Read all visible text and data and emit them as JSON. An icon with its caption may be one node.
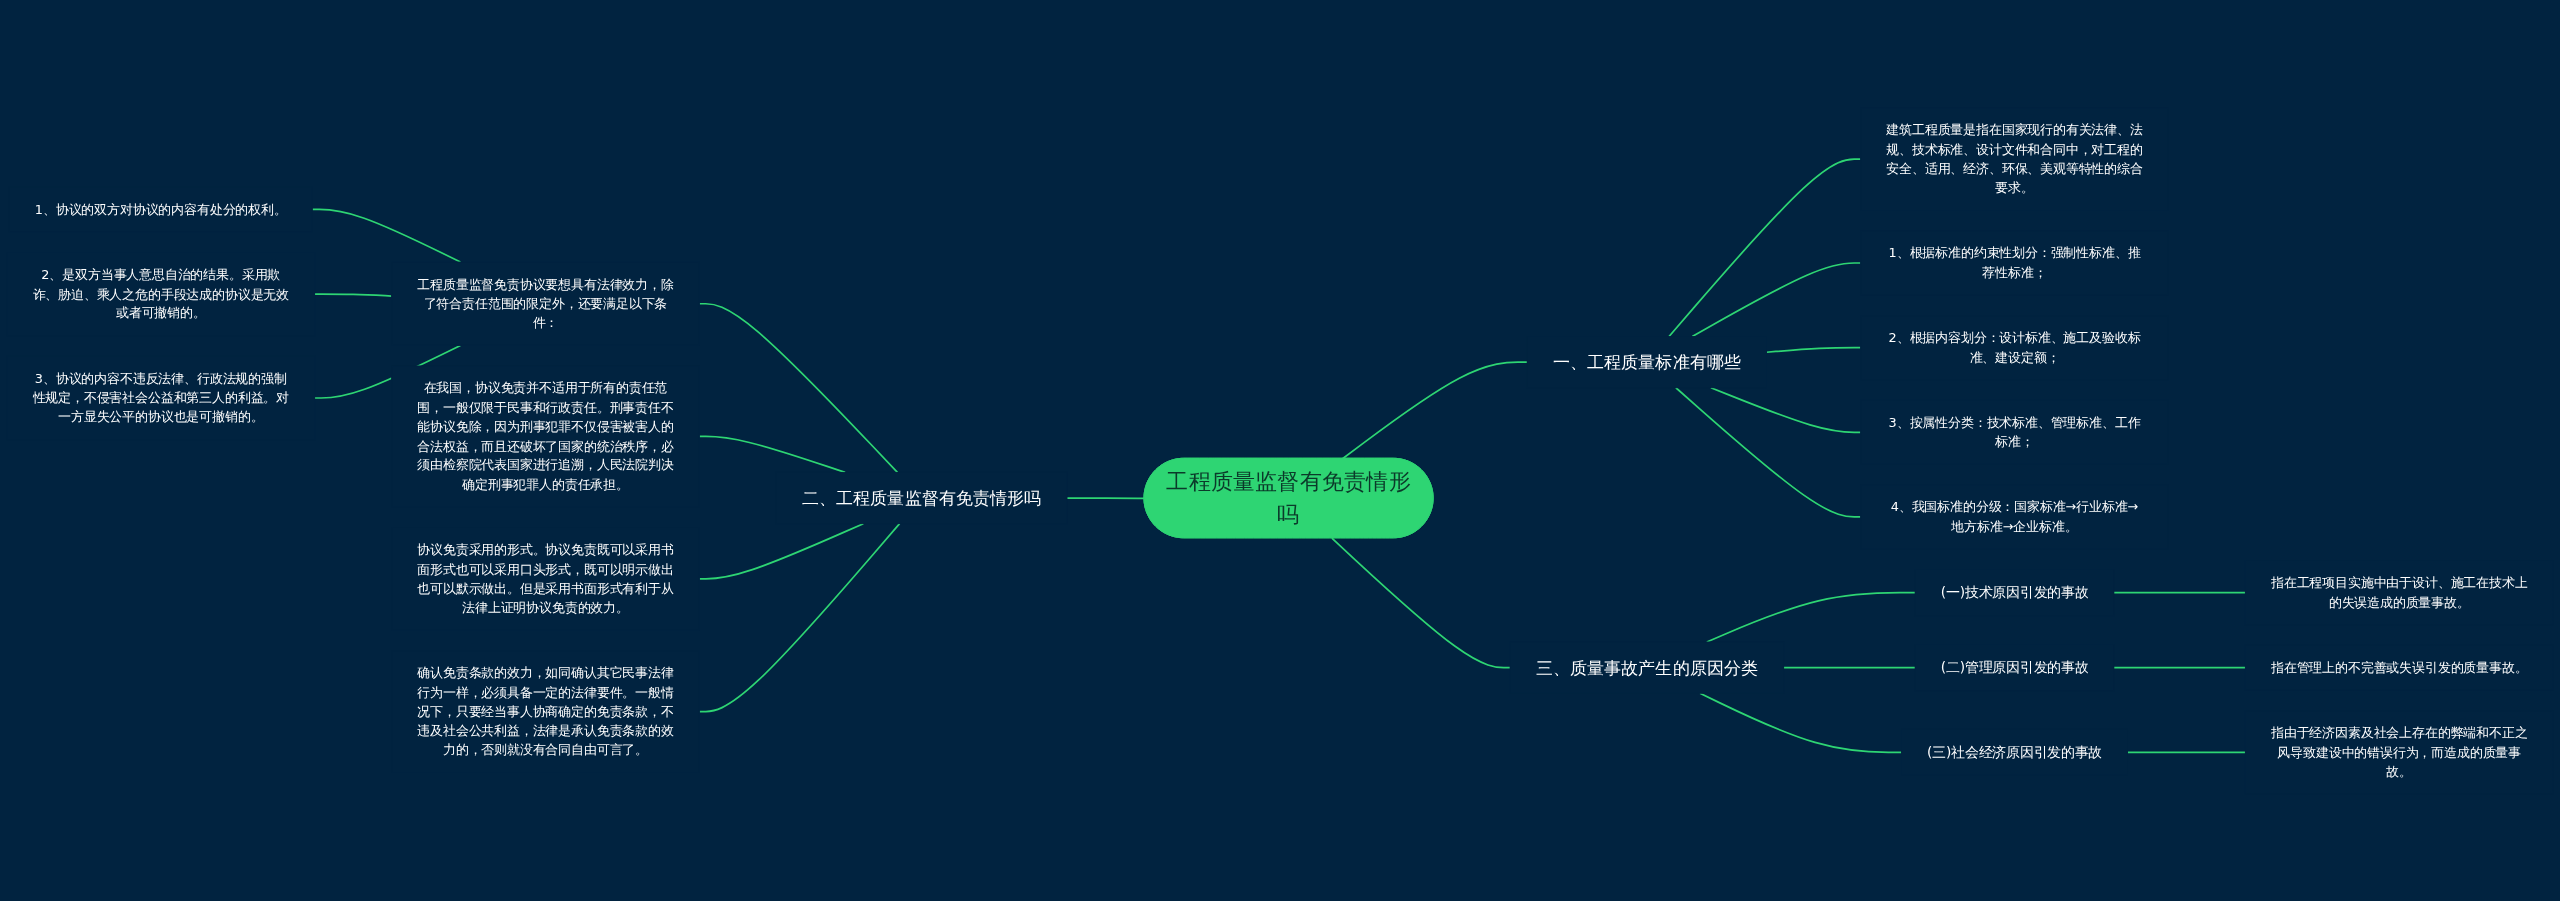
{
  "diagram": {
    "nodes": [
      {
        "text": [
          "工程质量监督有免责情形吗"
        ]
      },
      {
        "text": [
          "一、工程质量标准有哪些"
        ]
      },
      {
        "text": [
          "建筑工程质量是指在国家现行的有关法律、法规、技术标准、设计文件和合同中，对工程的安全、适用、经济、环保、美观等特性的综合要求。"
        ]
      },
      {
        "text": [
          "1、根据标准的约束性划分：强制性标准、推荐性标准；"
        ]
      },
      {
        "text": [
          "2、根据内容划分：设计标准、施工及验收标准、建设定额；"
        ]
      },
      {
        "text": [
          "3、按属性分类：技术标准、管理标准、工作标准；"
        ]
      },
      {
        "text": [
          "4、我国标准的分级：国家标准→行业标准→地方标准→企业标准。"
        ]
      },
      {
        "text": [
          "二、工程质量监督有免责情形吗"
        ]
      },
      {
        "text": [
          "在我国，协议免责并不适用于所有的责任范围，一般仅限于民事和行政责任。刑事责任不能协议免除，因为刑事犯罪不仅侵害被害人的合法权益，而且还破坏了国家的统治秩序，必须由检察院代表国家进行追溯，人民法院判决确定刑事犯罪人的责任承担。"
        ]
      },
      {
        "text": [
          "工程质量监督免责协议要想具有法律效力，除了符合责任范围的限定外，还要满足以下条件："
        ]
      },
      {
        "text": [
          "1、协议的双方对协议的内容有处分的权利。"
        ]
      },
      {
        "text": [
          "2、是双方当事人意思自治的结果。采用欺诈、胁迫、乘人之危的手段达成的协议是无效或者可撤销的。"
        ]
      },
      {
        "text": [
          "3、协议的内容不违反法律、行政法规的强制性规定，不侵害社会公益和第三人的利益。对一方显失公平的协议也是可撤销的。"
        ]
      },
      {
        "text": [
          "协议免责采用的形式。协议免责既可以采用书面形式也可以采用口头形式，既可以明示做出也可以默示做出。但是采用书面形式有利于从法律上证明协议免责的效力。"
        ]
      },
      {
        "text": [
          "确认免责条款的效力，如同确认其它民事法律行为一样，必须具备一定的法律要件。一般情况下，只要经当事人协商确定的免责条款，不违及社会公共利益，法律是承认免责条款的效力的，否则就没有合同自由可言了。"
        ]
      },
      {
        "text": [
          "三、质量事故产生的原因分类"
        ]
      },
      {
        "text": [
          "(一)技术原因引发的事故"
        ]
      },
      {
        "text": [
          "指在工程项目实施中由于设计、施工在技术上的失误造成的质量事故。"
        ]
      },
      {
        "text": [
          "(二)管理原因引发的事故"
        ]
      },
      {
        "text": [
          "指在管理上的不完善或失误引发的质量事故。"
        ]
      },
      {
        "text": [
          "(三)社会经济原因引发的事故"
        ]
      },
      {
        "text": [
          "指由于经济因素及社会上存在的弊端和不正之风导致建设中的错误行为，而造成的质量事故。"
        ]
      }
    ],
    "edges": [
      {
        "from": 0,
        "to": 1,
        "arrow": "none"
      },
      {
        "from": 1,
        "to": 2,
        "arrow": "none"
      },
      {
        "from": 1,
        "to": 3,
        "arrow": "none"
      },
      {
        "from": 1,
        "to": 4,
        "arrow": "none"
      },
      {
        "from": 1,
        "to": 5,
        "arrow": "none"
      },
      {
        "from": 1,
        "to": 6,
        "arrow": "none"
      },
      {
        "from": 7,
        "to": 0,
        "arrow": "none"
      },
      {
        "from": 9,
        "to": 7,
        "arrow": "none"
      },
      {
        "from": 8,
        "to": 7,
        "arrow": "none"
      },
      {
        "from": 10,
        "to": 9,
        "arrow": "none"
      },
      {
        "from": 11,
        "to": 9,
        "arrow": "none"
      },
      {
        "from": 12,
        "to": 9,
        "arrow": "none"
      },
      {
        "from": 13,
        "to": 7,
        "arrow": "none"
      },
      {
        "from": 14,
        "to": 7,
        "arrow": "none"
      },
      {
        "from": 0,
        "to": 15,
        "arrow": "none"
      },
      {
        "from": 15,
        "to": 16,
        "arrow": "none"
      },
      {
        "from": 16,
        "to": 17,
        "arrow": "none"
      },
      {
        "from": 15,
        "to": 18,
        "arrow": "none"
      },
      {
        "from": 18,
        "to": 19,
        "arrow": "none"
      },
      {
        "from": 15,
        "to": 20,
        "arrow": "none"
      },
      {
        "from": 20,
        "to": 21,
        "arrow": "none"
      }
    ]
  }
}
